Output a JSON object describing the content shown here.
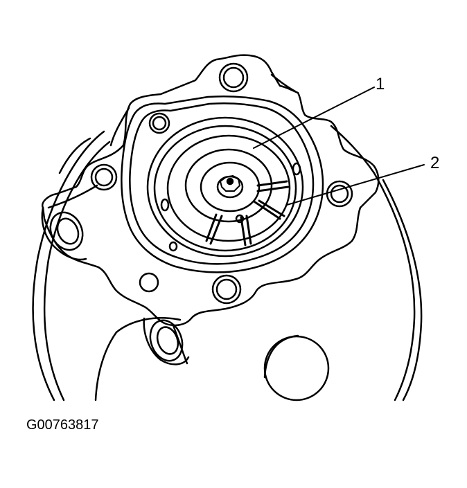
{
  "diagram": {
    "callouts": [
      {
        "label": "1"
      },
      {
        "label": "2"
      }
    ],
    "figure_id": "G00763817",
    "colors": {
      "line": "#000000",
      "background": "#ffffff"
    }
  }
}
